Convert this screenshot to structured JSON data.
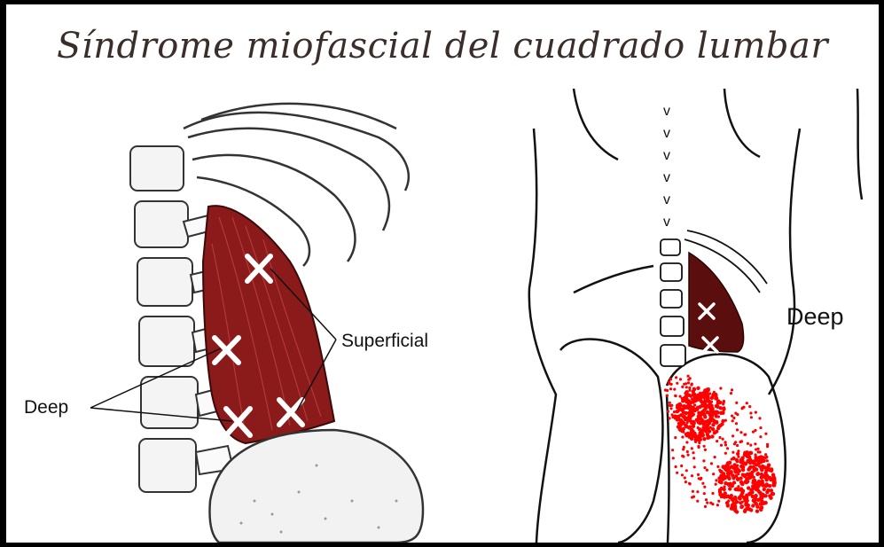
{
  "title": "Síndrome miofascial del cuadrado lumbar",
  "left_figure": {
    "labels": {
      "deep": "Deep",
      "superficial": "Superficial"
    },
    "colors": {
      "muscle": "#8b1a1a",
      "bone_line": "#333333",
      "marker": "#ffffff"
    }
  },
  "right_figure": {
    "labels": {
      "deep": "Deep"
    },
    "colors": {
      "muscle": "#5a0e0e",
      "referred_pain": "#ff0000",
      "outline": "#111111"
    }
  }
}
